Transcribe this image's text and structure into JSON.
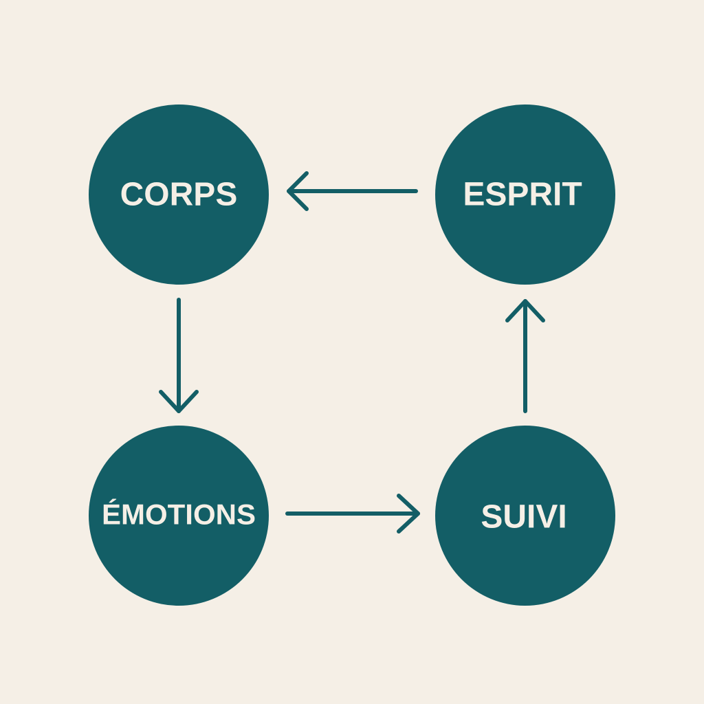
{
  "colors": {
    "background": "#f5efe6",
    "node": "#135e66",
    "arrow": "#135e66",
    "text": "#f5efe6"
  },
  "nodes": [
    {
      "id": "corps",
      "label": "CORPS"
    },
    {
      "id": "esprit",
      "label": "ESPRIT"
    },
    {
      "id": "emotions",
      "label": "ÉMOTIONS"
    },
    {
      "id": "suivi",
      "label": "SUIVI"
    }
  ],
  "edges": [
    {
      "from": "esprit",
      "to": "corps"
    },
    {
      "from": "corps",
      "to": "emotions"
    },
    {
      "from": "emotions",
      "to": "suivi"
    },
    {
      "from": "suivi",
      "to": "esprit"
    }
  ]
}
